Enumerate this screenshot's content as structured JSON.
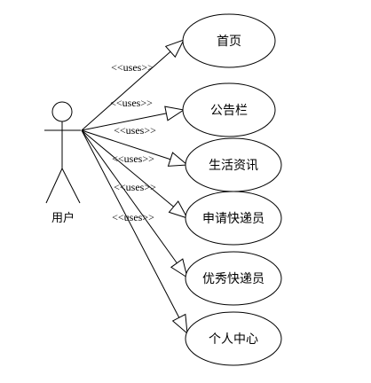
{
  "actor": {
    "name": "用户"
  },
  "relationships": [
    {
      "stereotype": "<<uses>>",
      "target": "首页"
    },
    {
      "stereotype": "<<uses>>",
      "target": "公告栏"
    },
    {
      "stereotype": "<<uses>>",
      "target": "生活资讯"
    },
    {
      "stereotype": "<<uses>>",
      "target": "申请快递员"
    },
    {
      "stereotype": "<<uses>>",
      "target": "优秀快递员"
    },
    {
      "stereotype": "<<uses>>",
      "target": "个人中心"
    }
  ],
  "use_cases": [
    {
      "label": "首页"
    },
    {
      "label": "公告栏"
    },
    {
      "label": "生活资讯"
    },
    {
      "label": "申请快递员"
    },
    {
      "label": "优秀快递员"
    },
    {
      "label": "个人中心"
    }
  ]
}
